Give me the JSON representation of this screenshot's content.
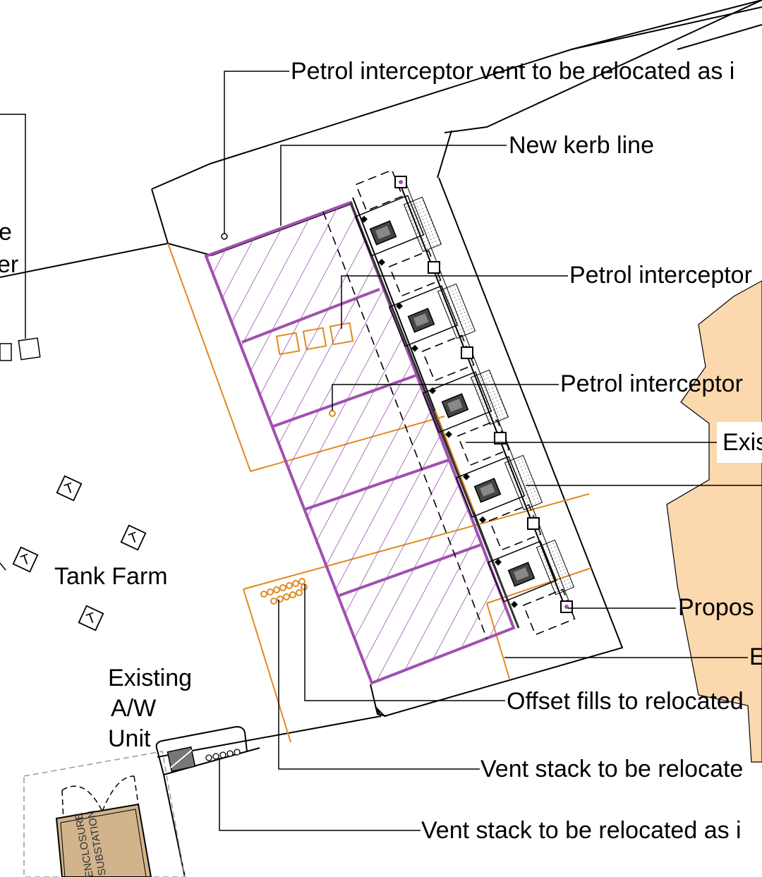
{
  "drawing": {
    "callouts": {
      "vent_relocated": "Petrol interceptor vent to be relocated as i",
      "kerb": "New kerb line",
      "interceptor_a": "Petrol interceptor",
      "interceptor_b": "Petrol interceptor",
      "existing": "Exis",
      "proposed": "Propos",
      "edge_e": "E",
      "offset_fills": "Offset fills to relocated",
      "vent_stack_1": "Vent stack to be relocate",
      "vent_stack_2": "Vent stack to be relocated as i"
    },
    "labels": {
      "left_frag_1": "e",
      "left_frag_2": "er",
      "tank_farm": "Tank Farm",
      "aw_line1": "Existing",
      "aw_line2": "A/W",
      "aw_line3": "Unit",
      "enclosure_1": "SUBSTATION",
      "enclosure_2": "ENCLOSURE"
    },
    "tank_symbol": "T",
    "colors": {
      "line": "#000000",
      "orange": "#E08A1E",
      "purple": "#A050B0",
      "building_fill": "#FBD8AE",
      "enclosure_fill": "#D2B48C"
    }
  }
}
